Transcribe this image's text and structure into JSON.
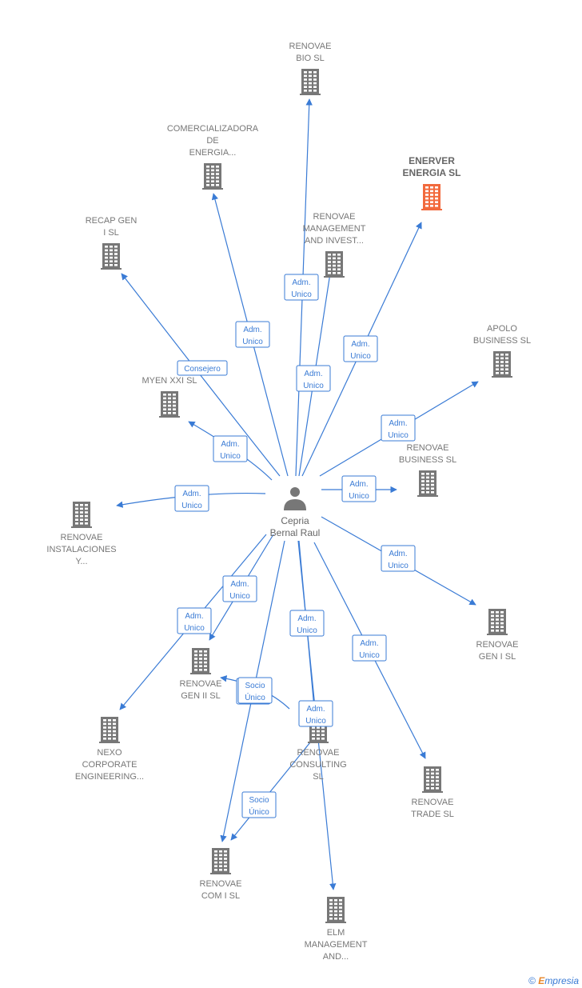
{
  "center": {
    "id": "cepria",
    "lines": [
      "Cepria",
      "Bernal Raul"
    ]
  },
  "nodes": [
    {
      "id": "renovae-bio",
      "lines": [
        "RENOVAE",
        "BIO  SL"
      ],
      "highlight": false
    },
    {
      "id": "comercializadora",
      "lines": [
        "COMERCIALIZADORA",
        "DE",
        "ENERGIA..."
      ],
      "highlight": false
    },
    {
      "id": "enerver",
      "lines": [
        "ENERVER",
        "ENERGIA  SL"
      ],
      "highlight": true
    },
    {
      "id": "recap-gen",
      "lines": [
        "RECAP GEN",
        "I  SL"
      ],
      "highlight": false
    },
    {
      "id": "renovae-management",
      "lines": [
        "RENOVAE",
        "MANAGEMENT",
        "AND INVEST..."
      ],
      "highlight": false
    },
    {
      "id": "apolo",
      "lines": [
        "APOLO",
        "BUSINESS  SL"
      ],
      "highlight": false
    },
    {
      "id": "myen",
      "lines": [
        "MYEN XXI  SL"
      ],
      "highlight": false
    },
    {
      "id": "renovae-business",
      "lines": [
        "RENOVAE",
        "BUSINESS SL"
      ],
      "highlight": false
    },
    {
      "id": "renovae-instalaciones",
      "lines": [
        "RENOVAE",
        "INSTALACIONES",
        "Y..."
      ],
      "highlight": false
    },
    {
      "id": "renovae-gen-i",
      "lines": [
        "RENOVAE",
        "GEN I  SL"
      ],
      "highlight": false
    },
    {
      "id": "renovae-gen-ii",
      "lines": [
        "RENOVAE",
        "GEN II  SL"
      ],
      "highlight": false
    },
    {
      "id": "nexo",
      "lines": [
        "NEXO",
        "CORPORATE",
        "ENGINEERING..."
      ],
      "highlight": false
    },
    {
      "id": "renovae-consulting",
      "lines": [
        "RENOVAE",
        "CONSULTING",
        "SL"
      ],
      "highlight": false
    },
    {
      "id": "renovae-trade",
      "lines": [
        "RENOVAE",
        "TRADE SL"
      ],
      "highlight": false
    },
    {
      "id": "renovae-com-i",
      "lines": [
        "RENOVAE",
        "COM I  SL"
      ],
      "highlight": false
    },
    {
      "id": "elm",
      "lines": [
        "ELM",
        "MANAGEMENT",
        "AND..."
      ],
      "highlight": false
    }
  ],
  "edges": [
    {
      "target": "renovae-bio",
      "label": [
        "Adm.",
        "Unico"
      ]
    },
    {
      "target": "comercializadora",
      "label": [
        "Adm.",
        "Unico"
      ]
    },
    {
      "target": "enerver",
      "label": [
        "Adm.",
        "Unico"
      ]
    },
    {
      "target": "recap-gen",
      "label": [
        "Consejero"
      ]
    },
    {
      "target": "renovae-management",
      "label": [
        "Adm.",
        "Unico"
      ]
    },
    {
      "target": "apolo",
      "label": [
        "Adm.",
        "Unico"
      ]
    },
    {
      "target": "myen",
      "label": [
        "Adm.",
        "Unico"
      ]
    },
    {
      "target": "renovae-business",
      "label": [
        "Adm.",
        "Unico"
      ]
    },
    {
      "target": "renovae-instalaciones",
      "label": [
        "Adm.",
        "Unico"
      ]
    },
    {
      "target": "renovae-gen-i",
      "label": [
        "Adm.",
        "Unico"
      ]
    },
    {
      "target": "renovae-gen-ii",
      "label": [
        "Adm.",
        "Unico"
      ]
    },
    {
      "target": "nexo",
      "label": [
        "Adm.",
        "Unico"
      ]
    },
    {
      "target": "renovae-consulting",
      "label": [
        "Adm.",
        "Unico"
      ]
    },
    {
      "target": "renovae-trade",
      "label": [
        "Adm.",
        "Unico"
      ]
    },
    {
      "target": "renovae-com-i",
      "label": [
        "Adm.",
        "Unico"
      ]
    },
    {
      "target": "elm",
      "label": [
        "Adm.",
        "Unico"
      ]
    },
    {
      "source": "renovae-consulting",
      "target": "renovae-gen-ii",
      "label": [
        "Socio",
        "Único"
      ]
    },
    {
      "source": "renovae-consulting",
      "target": "renovae-com-i",
      "label": [
        "Socio",
        "Único"
      ]
    }
  ],
  "footer": {
    "copyright": "©",
    "brand_first": "E",
    "brand_rest": "mpresia"
  },
  "colors": {
    "edge": "#3a7bd5",
    "building": "#777777",
    "highlight": "#f26a3d",
    "person": "#777777"
  }
}
